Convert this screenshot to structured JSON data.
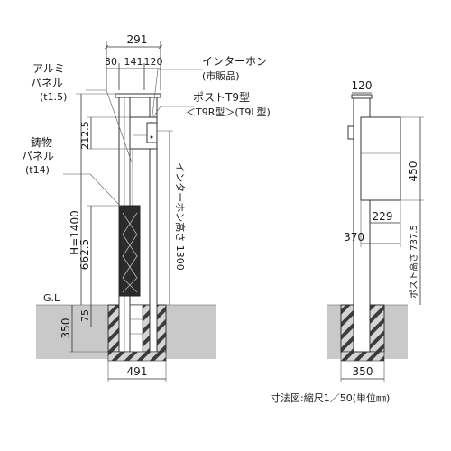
{
  "labels": {
    "alumi_panel": [
      "アルミ",
      "パネル",
      "(t1.5)"
    ],
    "cast_panel": [
      "鋳物",
      "パネル",
      "(t14)"
    ],
    "intercom": [
      "インターホン",
      "(市販品)"
    ],
    "post": [
      "ポストT9型",
      "＜T9R型＞(T9L型)"
    ],
    "gl": "G.L",
    "intercom_height": "インターホン高さ 1300",
    "post_height": "ポスト高さ 737.5",
    "scale_note": "寸法図:縮尺1／50(単位㎜)"
  },
  "front_dims": {
    "total_width": "291",
    "w_left": "30",
    "w_mid": "141",
    "w_right": "120",
    "d_212": "212.5",
    "h_1400": "H=1400",
    "d_662": "662.5",
    "d_75": "75",
    "d_350": "350",
    "bottom_width": "491"
  },
  "side_dims": {
    "top_width": "120",
    "d_450": "450",
    "d_229": "229",
    "d_370": "370",
    "bottom_width": "350"
  }
}
